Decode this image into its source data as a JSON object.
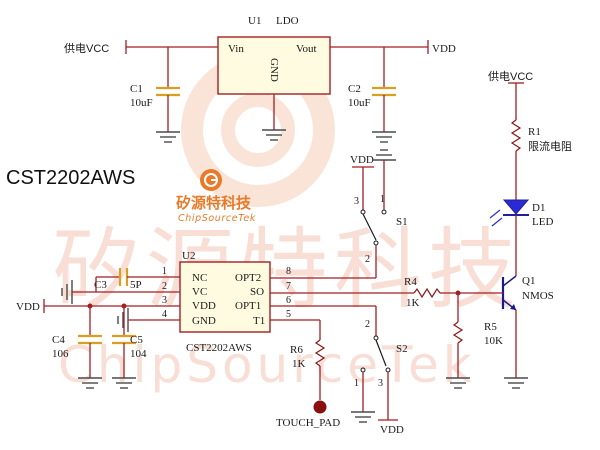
{
  "title": "CST2202AWS",
  "logo": {
    "cn": "矽源特科技",
    "en": "ChipSourceTek",
    "color": "#e87a2a"
  },
  "watermark": {
    "cn": "矽源特科技",
    "en": "ChipSourceTek"
  },
  "ldo": {
    "ref": "U1",
    "name": "LDO",
    "pin_in": "Vin",
    "pin_out": "Vout",
    "pin_gnd": "GND"
  },
  "supply_left": "供电VCC",
  "supply_right": "供电VCC",
  "vdd_labels": [
    "VDD",
    "VDD",
    "VDD",
    "VDD"
  ],
  "c1": {
    "ref": "C1",
    "value": "10uF"
  },
  "c2": {
    "ref": "C2",
    "value": "10uF"
  },
  "c3": {
    "ref": "C3",
    "value": "5P"
  },
  "c4": {
    "ref": "C4",
    "value": "106"
  },
  "c5": {
    "ref": "C5",
    "value": "104"
  },
  "r1": {
    "ref": "R1",
    "value": "限流电阻"
  },
  "r4": {
    "ref": "R4",
    "value": "1K"
  },
  "r5": {
    "ref": "R5",
    "value": "10K"
  },
  "r6": {
    "ref": "R6",
    "value": "1K"
  },
  "d1": {
    "ref": "D1",
    "value": "LED"
  },
  "q1": {
    "ref": "Q1",
    "value": "NMOS"
  },
  "s1": {
    "ref": "S1",
    "pins": [
      "1",
      "2",
      "3"
    ]
  },
  "s2": {
    "ref": "S2",
    "pins": [
      "1",
      "2",
      "3"
    ]
  },
  "u2": {
    "ref": "U2",
    "part": "CST2202AWS",
    "left_pins": [
      {
        "num": "1",
        "name": "NC"
      },
      {
        "num": "2",
        "name": "VC"
      },
      {
        "num": "3",
        "name": "VDD"
      },
      {
        "num": "4",
        "name": "GND"
      }
    ],
    "right_pins": [
      {
        "num": "8",
        "name": "OPT2"
      },
      {
        "num": "7",
        "name": "SO"
      },
      {
        "num": "6",
        "name": "OPT1"
      },
      {
        "num": "5",
        "name": "T1"
      }
    ]
  },
  "touch_pad": "TOUCH_PAD"
}
